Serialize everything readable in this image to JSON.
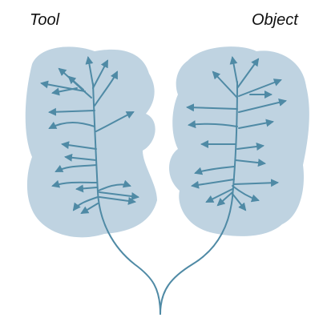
{
  "labels": {
    "left": "Tool",
    "right": "Object"
  },
  "colors": {
    "blob_fill": "#bfd3e1",
    "branch_stroke": "#4f8aa5",
    "background": "#ffffff",
    "text": "#111111"
  },
  "figure": {
    "trees": [
      {
        "id": "left",
        "region": "left-lobe",
        "branches": 20
      },
      {
        "id": "right",
        "region": "right-lobe",
        "branches": 19
      }
    ],
    "description_shape": "two shaded lobes each containing a branching arrow tree; both trunks join into a single root at the bottom"
  }
}
